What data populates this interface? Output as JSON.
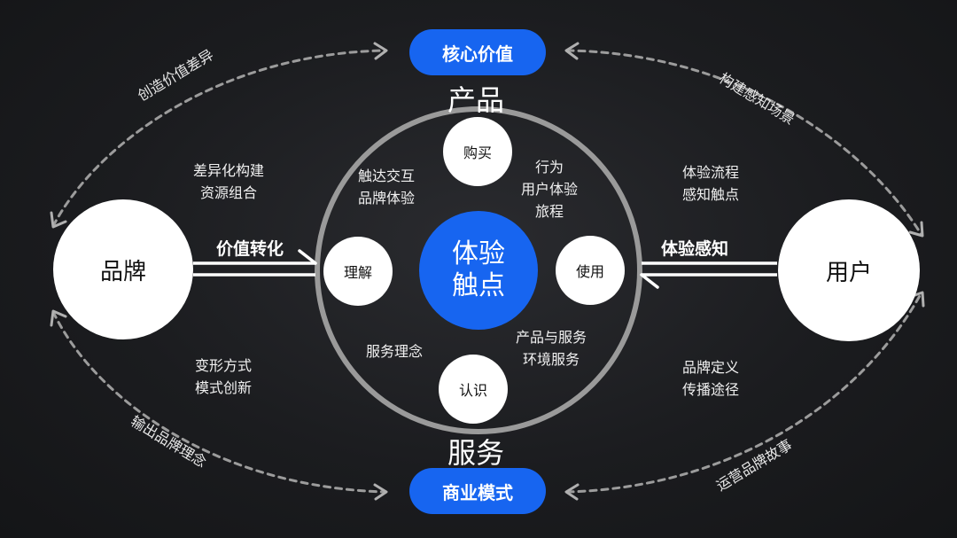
{
  "top_pill": "核心价值",
  "bottom_pill": "商业模式",
  "section_product": "产品",
  "section_service": "服务",
  "left_node": "品牌",
  "right_node": "用户",
  "center": {
    "line1": "体验",
    "line2": "触点"
  },
  "touchpoints": {
    "top": "购买",
    "left": "理解",
    "right": "使用",
    "bottom": "认识"
  },
  "inner_texts": {
    "top_left": [
      "触达交互",
      "品牌体验"
    ],
    "top_right": [
      "行为",
      "用户体验",
      "旅程"
    ],
    "bottom_left": [
      "服务理念"
    ],
    "bottom_right": [
      "产品与服务",
      "环境服务"
    ]
  },
  "side_texts": {
    "left_top": [
      "差异化构建",
      "资源组合"
    ],
    "left_bottom": [
      "变形方式",
      "模式创新"
    ],
    "right_top": [
      "体验流程",
      "感知触点"
    ],
    "right_bottom": [
      "品牌定义",
      "传播途径"
    ]
  },
  "arrow_labels": {
    "left": "价值转化",
    "right": "体验感知"
  },
  "arc_labels": {
    "top_left": "创造价值差异",
    "top_right": "构建感知场景",
    "bottom_left": "输出品牌理念",
    "bottom_right": "运营品牌故事"
  },
  "colors": {
    "accent": "#1765f0",
    "ring": "#9a9a9a",
    "dash": "#9c9c9c"
  }
}
